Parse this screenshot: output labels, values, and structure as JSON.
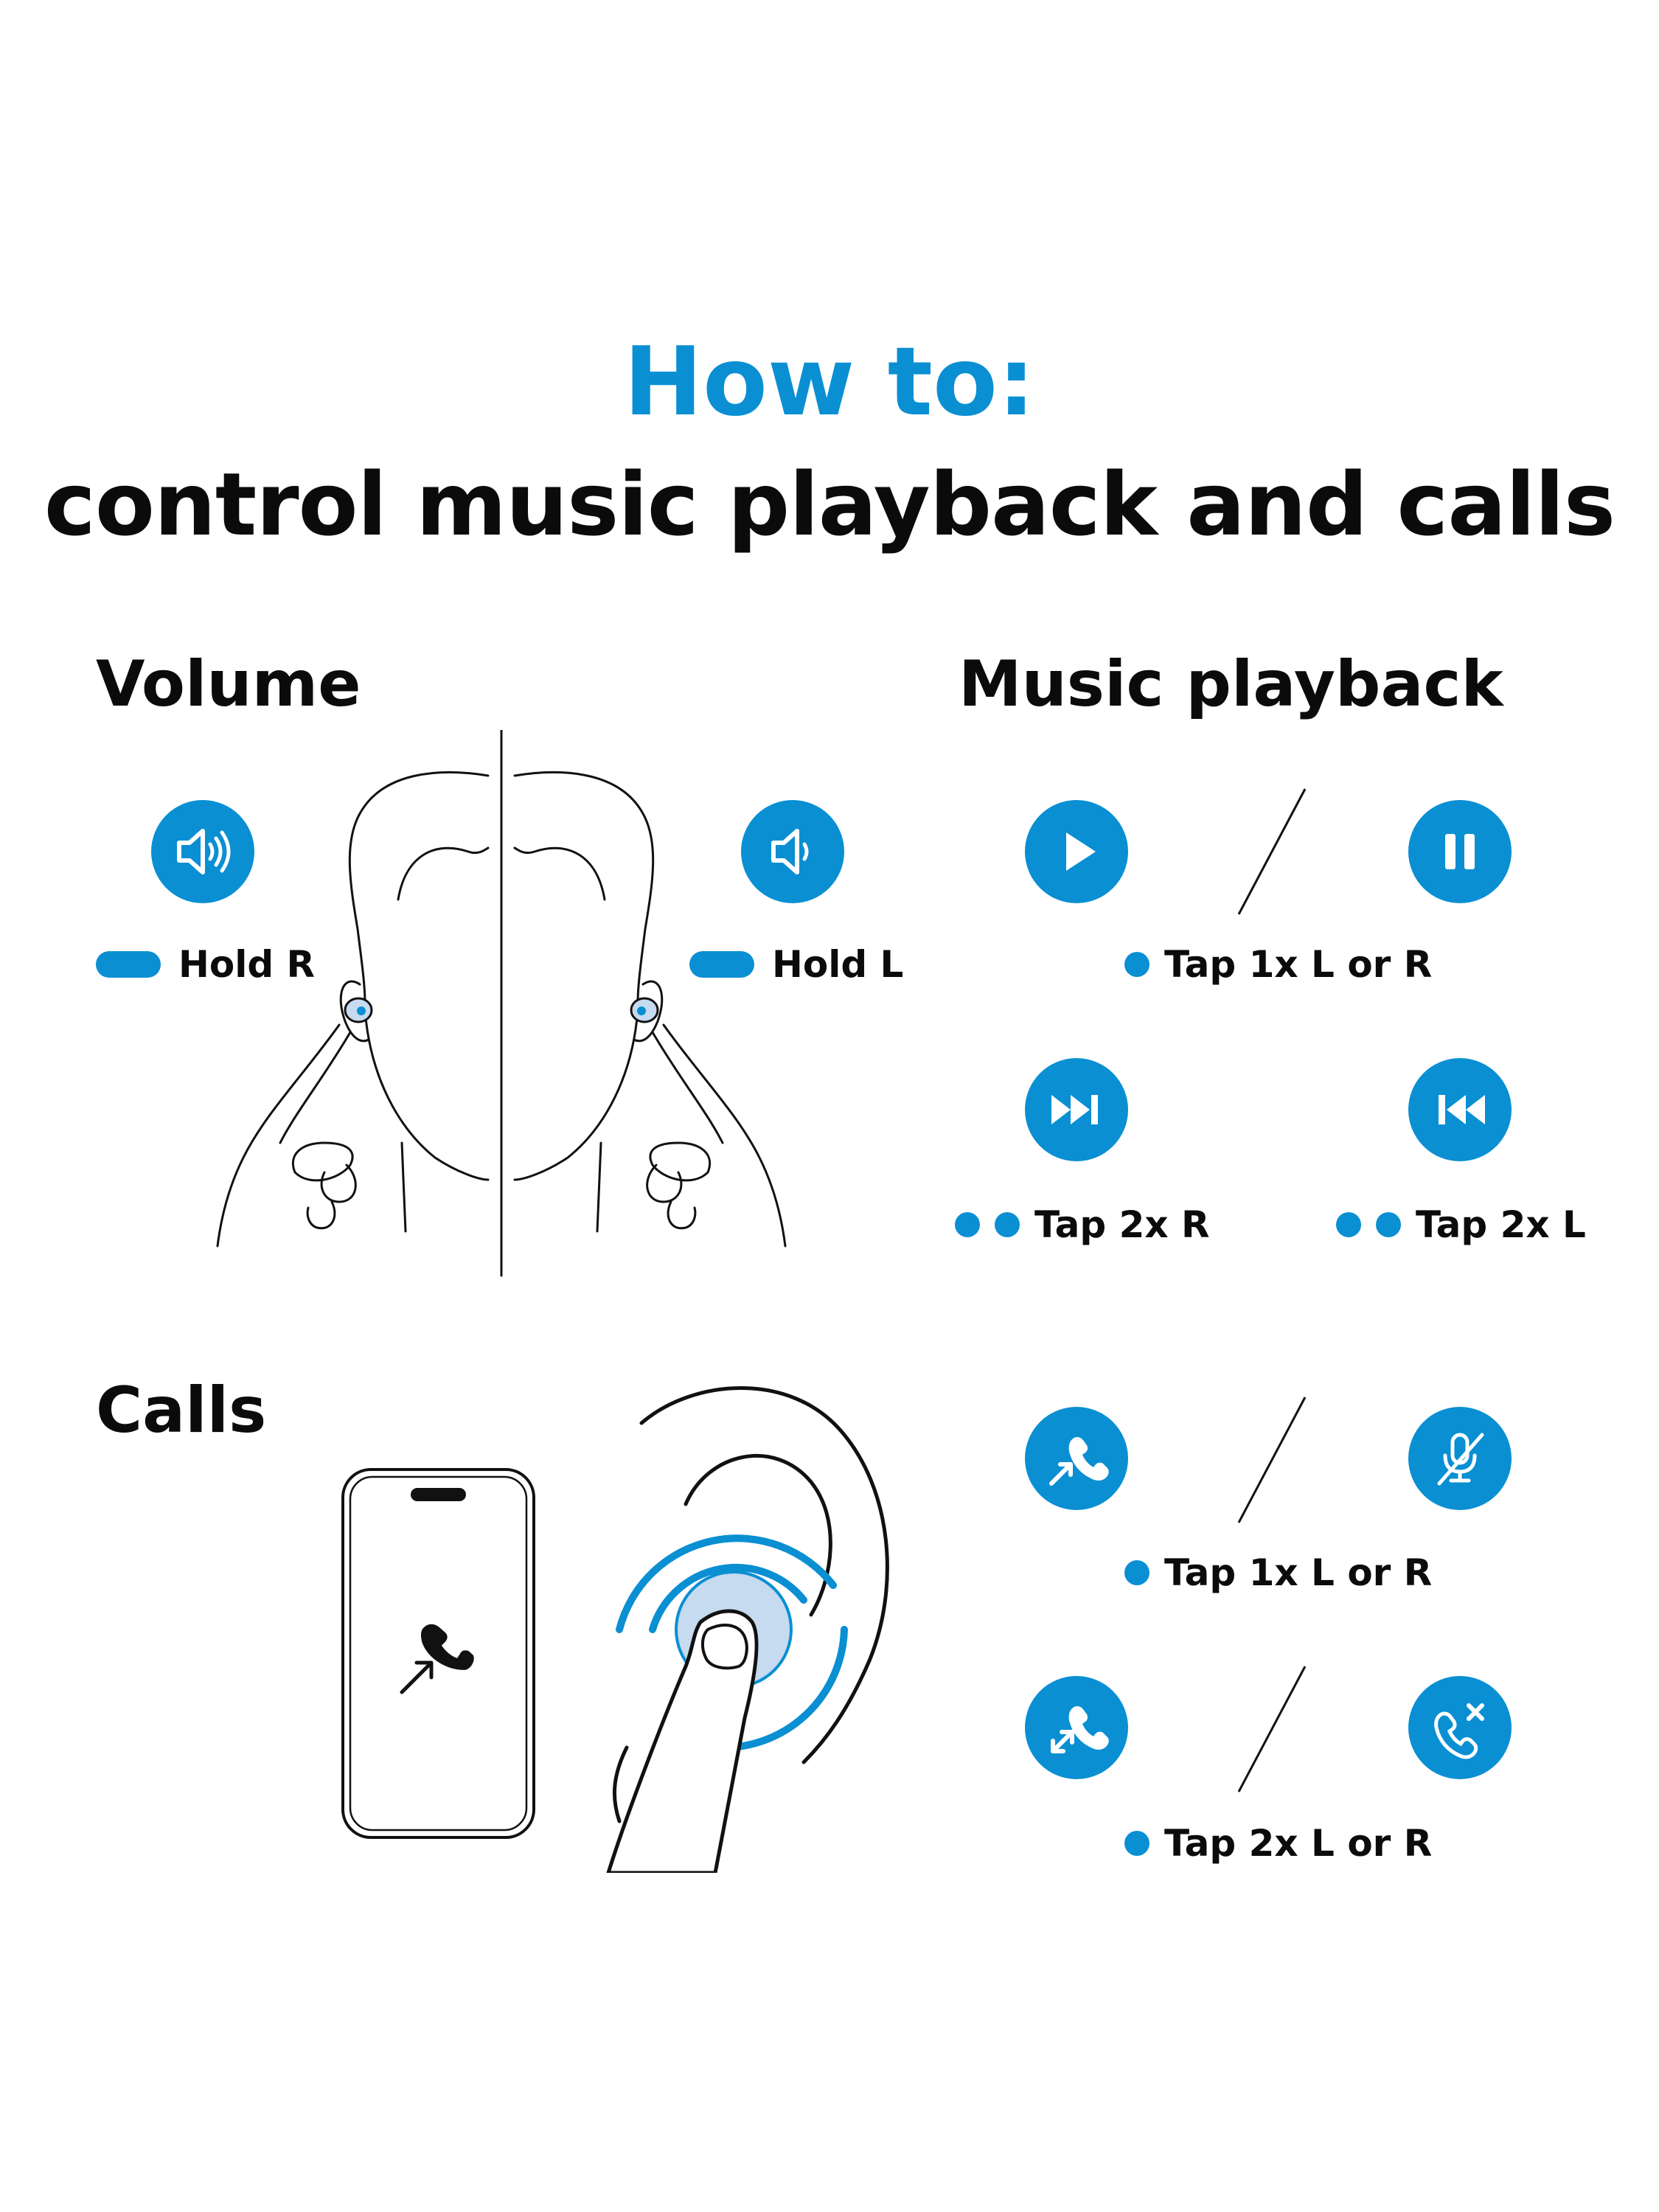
{
  "header": {
    "title_top": "How to:",
    "title_main": "control music playback and calls"
  },
  "sections": {
    "volume": "Volume",
    "music": "Music playback",
    "calls": "Calls"
  },
  "volume": {
    "right_label": "Hold R",
    "left_label": "Hold L"
  },
  "music": {
    "play_pause_label": "Tap 1x L or R",
    "next_label": "Tap 2x R",
    "prev_label": "Tap 2x L"
  },
  "calls": {
    "answer_mute_label": "Tap 1x L or R",
    "hangup_reject_label": "Tap 2x L or R"
  },
  "colors": {
    "accent": "#0a8fd3",
    "text": "#0b0b0b",
    "light_blue": "#c6daf0"
  },
  "icons": [
    "volume-up-icon",
    "volume-down-icon",
    "play-icon",
    "pause-icon",
    "next-track-icon",
    "previous-track-icon",
    "answer-call-icon",
    "mute-icon",
    "end-call-icon",
    "reject-call-icon",
    "incoming-call-icon"
  ]
}
